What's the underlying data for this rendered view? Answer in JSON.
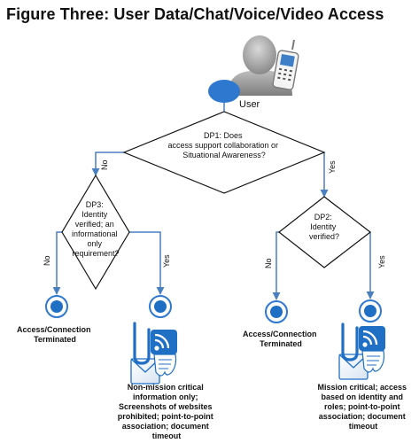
{
  "figure_title": "Figure Three:  User Data/Chat/Voice/Video Access",
  "user": {
    "label": "User"
  },
  "dp1": {
    "lines": [
      "DP1: Does",
      "access support collaboration or",
      "Situational Awareness?"
    ]
  },
  "dp2": {
    "lines": [
      "DP2:",
      "Identity",
      "verified?"
    ]
  },
  "dp3": {
    "lines": [
      "DP3:",
      "Identity",
      "verified; an",
      "informational",
      "only",
      "requirement?"
    ]
  },
  "edges": {
    "no": "No",
    "yes": "Yes"
  },
  "terminated_left": {
    "lines": [
      "Access/Connection",
      "Terminated"
    ]
  },
  "terminated_mid": {
    "lines": [
      "Access/Connection",
      "Terminated"
    ]
  },
  "outcome_noncritical": {
    "lines": [
      "Non-mission critical",
      "information only;",
      "Screenshots of websites",
      "prohibited; point-to-point",
      "association; document",
      "timeout"
    ]
  },
  "outcome_critical": {
    "lines": [
      "Mission critical; access",
      "based on identity and",
      "roles; point-to-point",
      "association; document",
      "timeout"
    ]
  },
  "colors": {
    "accent": "#1f6fc4",
    "node_fill": "#2f78cf",
    "line": "#4a7fc0",
    "diamond_stroke": "#111111"
  }
}
